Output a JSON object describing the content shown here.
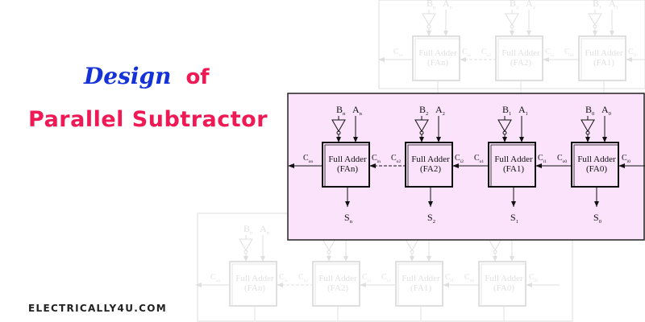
{
  "title": {
    "line1_word1": "Design",
    "line1_word2": "of",
    "line2": "Parallel Subtractor"
  },
  "site": "ELECTRICALLY4U.COM",
  "colors": {
    "panel_bg": "#fbe3fb",
    "title_blue": "#1532d8",
    "title_red": "#ef1a55"
  },
  "diagram": {
    "stages": [
      {
        "name": "Full Adder",
        "id": "(FAn)",
        "b": "B",
        "b_sub": "n",
        "a": "A",
        "a_sub": "n",
        "s": "S",
        "s_sub": "n",
        "cout": "C",
        "cout_sub": "on",
        "cin": "C",
        "cin_sub": "in"
      },
      {
        "name": "Full Adder",
        "id": "(FA2)",
        "b": "B",
        "b_sub": "2",
        "a": "A",
        "a_sub": "2",
        "s": "S",
        "s_sub": "2",
        "cout": "C",
        "cout_sub": "o2",
        "cin": "C",
        "cin_sub": "i2"
      },
      {
        "name": "Full Adder",
        "id": "(FA1)",
        "b": "B",
        "b_sub": "1",
        "a": "A",
        "a_sub": "1",
        "s": "S",
        "s_sub": "1",
        "cout": "C",
        "cout_sub": "o1",
        "cin": "C",
        "cin_sub": "i1"
      },
      {
        "name": "Full Adder",
        "id": "(FA0)",
        "b": "B",
        "b_sub": "0",
        "a": "A",
        "a_sub": "0",
        "s": "S",
        "s_sub": "0",
        "cout": "C",
        "cout_sub": "o0",
        "cin": "C",
        "cin_sub": "i0"
      }
    ]
  }
}
